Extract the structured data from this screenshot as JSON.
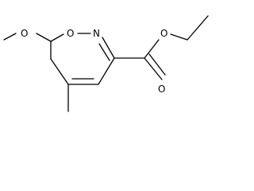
{
  "structure": {
    "colors": {
      "bond": "#000000",
      "label": "#000000",
      "background": "#ffffff"
    },
    "atoms": {
      "ring_oxygen": "O",
      "ring_nitrogen": "N",
      "methoxy_oxygen": "O",
      "ester_single_oxygen": "O",
      "ester_carbonyl_oxygen": "O"
    }
  }
}
